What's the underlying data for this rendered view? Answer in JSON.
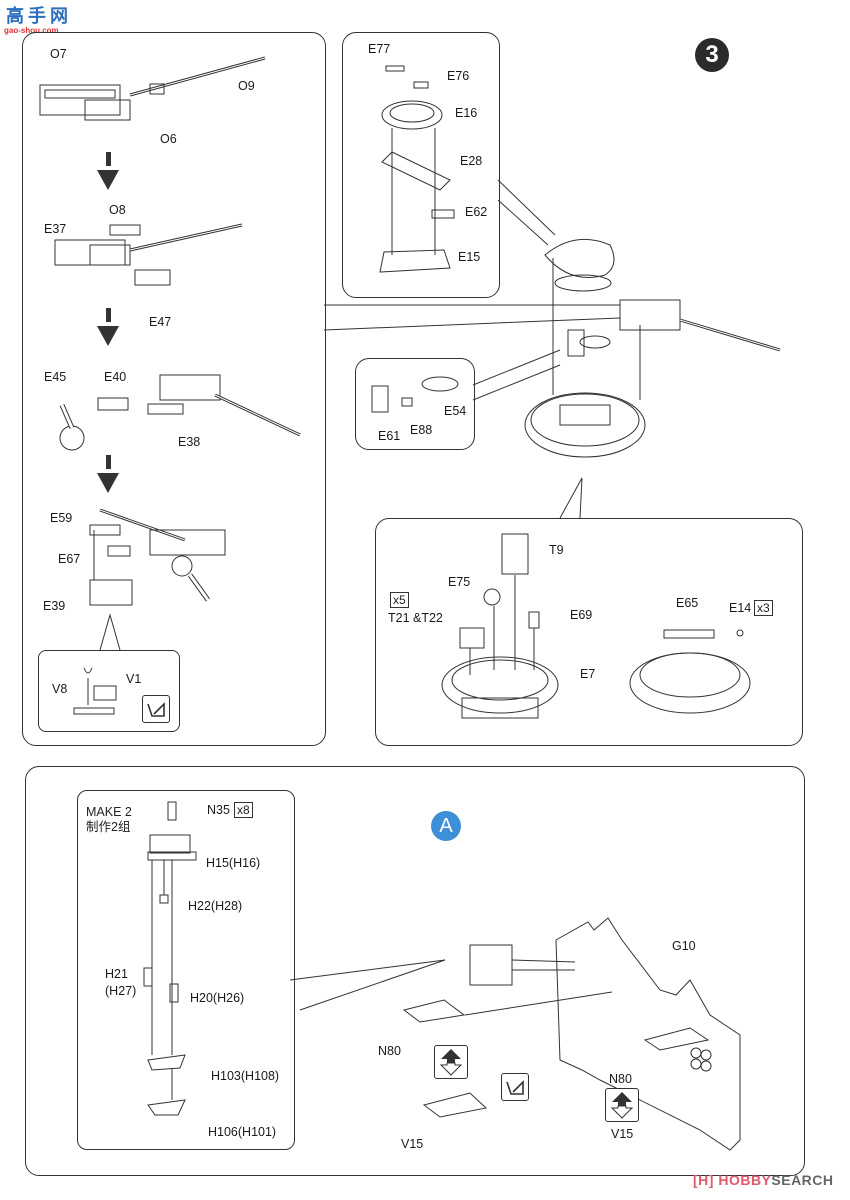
{
  "watermarks": {
    "top_logo_cn": "高手网",
    "top_logo_url": "gao-shou.com",
    "bottom_brand_mark": "[H]",
    "bottom_brand_a": "HOBBY",
    "bottom_brand_b": "SEARCH"
  },
  "step": {
    "number": "3",
    "left_panel": {
      "labels": [
        "O7",
        "O9",
        "O6",
        "O8",
        "E37",
        "E47",
        "E45",
        "E40",
        "E38",
        "E59",
        "E67",
        "E39",
        "V8",
        "V1"
      ]
    },
    "hatch_panel": {
      "labels": [
        "E77",
        "E76",
        "E16",
        "E28",
        "E62",
        "E15"
      ]
    },
    "mount_panel": {
      "labels": [
        "E61",
        "E88",
        "E54"
      ]
    },
    "ring_panel": {
      "labels": [
        "T9",
        "E75",
        "E69",
        "E7",
        "E65",
        "E14"
      ],
      "t21_label": "T21 &T22",
      "qty_x5": "x5",
      "qty_x3": "x3"
    }
  },
  "sub_assembly": {
    "marker": "A",
    "make_en": "MAKE 2",
    "make_cn": "制作2组",
    "qty_x8": "x8",
    "labels": {
      "n35": "N35",
      "h15": "H15(H16)",
      "h22": "H22(H28)",
      "h21a": "H21",
      "h21b": "(H27)",
      "h20": "H20(H26)",
      "h103": "H103(H108)",
      "h106": "H106(H101)",
      "g10": "G10",
      "n80_left": "N80",
      "n80_right": "N80",
      "v15_left": "V15",
      "v15_right": "V15"
    },
    "icons": [
      "flip-part-icon",
      "cut-remove-icon"
    ]
  }
}
